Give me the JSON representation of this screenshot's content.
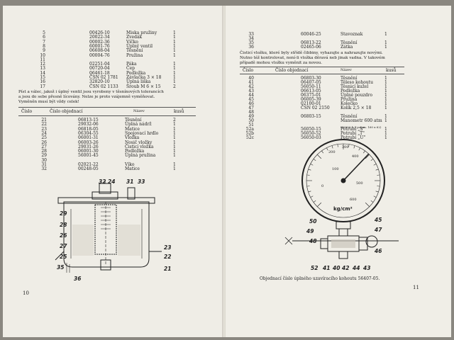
{
  "left_page": {
    "table1": [
      {
        "no": "5",
        "code": "00426-10",
        "name": "Miska pružiny",
        "qty": "1"
      },
      {
        "no": "6",
        "code": "20022-34",
        "name": "Zvedák",
        "qty": "1"
      },
      {
        "no": "7",
        "code": "00002-36",
        "name": "Víčko",
        "qty": "1"
      },
      {
        "no": "8",
        "code": "60001-76",
        "name": "Úplný ventil",
        "qty": "1"
      },
      {
        "no": "9",
        "code": "06608-04",
        "name": "Těsnění",
        "qty": "1"
      },
      {
        "no": "10",
        "code": "00004-76",
        "name": "Pružina",
        "qty": "1"
      },
      {
        "no": "11",
        "code": "",
        "name": "",
        "qty": ""
      },
      {
        "no": "12",
        "code": "02251-04",
        "name": "Páka",
        "qty": "1"
      },
      {
        "no": "13",
        "code": "00720-04",
        "name": "Čep",
        "qty": "1"
      },
      {
        "no": "14",
        "code": "06461-18",
        "name": "Podložka",
        "qty": "1"
      },
      {
        "no": "15",
        "code": "ČSN 02 1781",
        "name": "Závlačka 3 × 18",
        "qty": "1"
      },
      {
        "no": "16",
        "code": "32820-10",
        "name": "Úplná liška",
        "qty": "1"
      },
      {
        "no": "17",
        "code": "ČSN 02 1133",
        "name": "Šroub M 6 × 15",
        "qty": "2"
      }
    ],
    "paragraph": [
      "Píst a válec, jakož i úplný ventil jsou vyrobeny v těsnínových tolerancích",
      "a jsou do sebe přesně lícovány. Nelze je proto vzájemně vyměňovat.",
      "Vyměněn musí být vždy celek!"
    ],
    "headers": {
      "no": "Číslo",
      "code": "Číslo objednací",
      "name": "Název",
      "qty": "kusů"
    },
    "table2": [
      {
        "no": "21",
        "code": "06813-15",
        "name": "Těsnění",
        "qty": "2"
      },
      {
        "no": "22",
        "code": "29032-06",
        "name": "Úplná nádrž",
        "qty": "1"
      },
      {
        "no": "23",
        "code": "06818-05",
        "name": "Matice",
        "qty": "1"
      },
      {
        "no": "24",
        "code": "06304-55",
        "name": "Spojovací hrdlo",
        "qty": "1"
      },
      {
        "no": "25",
        "code": "06001-31",
        "name": "Vložka",
        "qty": "1"
      },
      {
        "no": "26",
        "code": "06003-26",
        "name": "Nosič vložky",
        "qty": "1"
      },
      {
        "no": "27",
        "code": "29031-26",
        "name": "Čisticí vložka",
        "qty": "1"
      },
      {
        "no": "28",
        "code": "06001-30",
        "name": "Podložka",
        "qty": "1"
      },
      {
        "no": "29",
        "code": "56001-45",
        "name": "Úplná pružina",
        "qty": "1"
      },
      {
        "no": "30",
        "code": "",
        "name": "",
        "qty": ""
      },
      {
        "no": "31",
        "code": "02021-22",
        "name": "Víko",
        "qty": "1"
      },
      {
        "no": "32",
        "code": "00248-05",
        "name": "Matice",
        "qty": "1"
      }
    ],
    "callouts": [
      "32",
      "24",
      "31",
      "33",
      "29",
      "28",
      "26",
      "27",
      "25",
      "35",
      "36",
      "23",
      "22",
      "21"
    ],
    "page_number": "10"
  },
  "right_page": {
    "table1": [
      {
        "no": "33",
        "code": "60046-25",
        "name": "Stavoznak",
        "qty": "1"
      },
      {
        "no": "34",
        "code": "",
        "name": "",
        "qty": ""
      },
      {
        "no": "35",
        "code": "06813-22",
        "name": "Těsnění",
        "qty": "1"
      },
      {
        "no": "36",
        "code": "02465-06",
        "name": "Zátka",
        "qty": "1"
      }
    ],
    "paragraph": [
      "Čisticí vložku, které byly střídě čibbiny, vyhazujte a nahrazujte novými.",
      "Nutno též kontrolovat, není-li vložka děravá neb jinak vadna. V takovém",
      "případě mohou vložku vyměnit za novou."
    ],
    "headers": {
      "no": "Číslo",
      "code": "Číslo objednací",
      "name": "Název",
      "qty": "kusů"
    },
    "table2": [
      {
        "no": "40",
        "code": "06803-30",
        "name": "Těsnění",
        "qty": "1"
      },
      {
        "no": "41",
        "code": "06407-05",
        "name": "Těleso kohoutu",
        "qty": "1"
      },
      {
        "no": "42",
        "code": "56050-11",
        "name": "Těsnicí kužel",
        "qty": "1"
      },
      {
        "no": "43",
        "code": "06613-05",
        "name": "Podložka",
        "qty": "1"
      },
      {
        "no": "44",
        "code": "06375-01",
        "name": "Úplné pouzdro",
        "qty": "1"
      },
      {
        "no": "45",
        "code": "06005-39",
        "name": "Pružina",
        "qty": "1"
      },
      {
        "no": "46",
        "code": "02100-01",
        "name": "Kolečko",
        "qty": "1"
      },
      {
        "no": "47",
        "code": "ČSN 02 2150",
        "name": "Kolík 2,5 × 18",
        "qty": "1"
      },
      {
        "no": "48",
        "code": "",
        "name": "",
        "qty": ""
      },
      {
        "no": "49",
        "code": "06803-15",
        "name": "Těsnění",
        "qty": "1"
      },
      {
        "no": "50",
        "code": "",
        "name": "Manometr 600 atm",
        "qty": "1"
      },
      {
        "no": "51",
        "code": "",
        "name": "",
        "qty": ""
      },
      {
        "no": "52a",
        "code": "56050-15",
        "name": "Potrubí „S\"",
        "qty": "1"
      },
      {
        "no": "52b",
        "code": "56050-52",
        "name": "Potrubí „T\"",
        "qty": "1"
      },
      {
        "no": "52c",
        "code": "56050-03",
        "name": "Potrubí „U\"",
        "qty": "1"
      }
    ],
    "manometer_note": "(06050-1,5 pohon. 160 x 62)",
    "gauge_labels": [
      "100",
      "200",
      "300",
      "400",
      "500",
      "600",
      "0",
      "kg/cm²"
    ],
    "callouts": [
      "45",
      "47",
      "50",
      "49",
      "48",
      "46",
      "52",
      "41",
      "40",
      "42",
      "44",
      "43"
    ],
    "caption": "Objednací číslo úplného uzavíracího kohoutu 56407-05.",
    "page_number": "11"
  }
}
